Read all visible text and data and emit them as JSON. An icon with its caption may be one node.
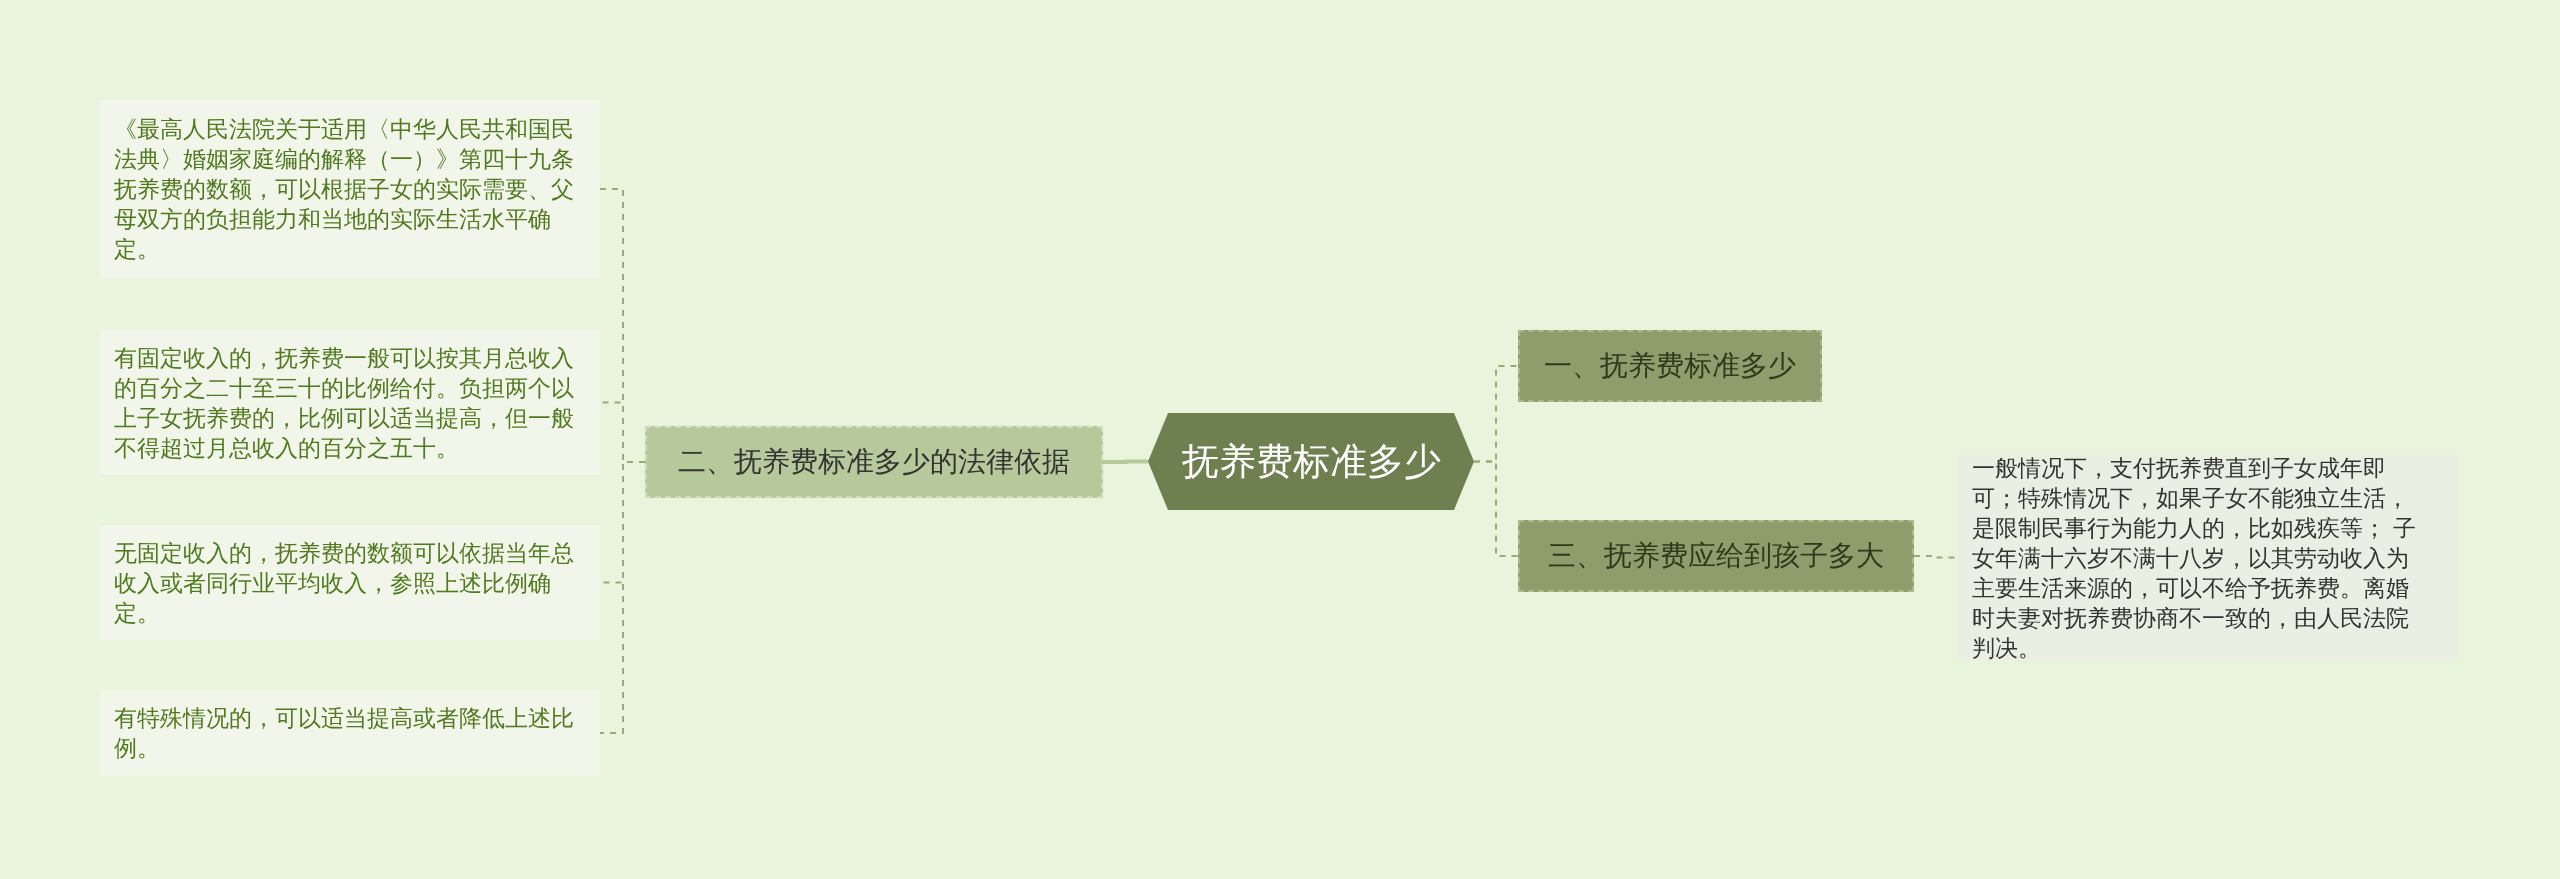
{
  "diagram": {
    "nodes": [
      {
        "text": [
          "抚养费标准多少"
        ]
      },
      {
        "text": [
          "一、抚养费标准多少"
        ]
      },
      {
        "text": [
          "三、抚养费应给到孩子多大"
        ]
      },
      {
        "text": [
          "一般情况下，支付抚养费直到子女成年即可；特殊情况下，如果子女不能独立生活，是限制民事行为能力人的，比如残疾等； 子女年满十六岁不满十八岁，以其劳动收入为主要生活来源的，可以不给予抚养费。离婚时夫妻对抚养费协商不一致的，由人民法院判决。"
        ]
      },
      {
        "text": [
          "二、抚养费标准多少的法律依据"
        ]
      },
      {
        "text": [
          "《最高人民法院关于适用〈中华人民共和国民法典〉婚姻家庭编的解释（一）》第四十九条抚养费的数额，可以根据子女的实际需要、父母双方的负担能力和当地的实际生活水平确定。"
        ]
      },
      {
        "text": [
          "有固定收入的，抚养费一般可以按其月总收入的百分之二十至三十的比例给付。负担两个以上子女抚养费的，比例可以适当提高，但一般不得超过月总收入的百分之五十。"
        ]
      },
      {
        "text": [
          "无固定收入的，抚养费的数额可以依据当年总收入或者同行业平均收入，参照上述比例确定。"
        ]
      },
      {
        "text": [
          "有特殊情况的，可以适当提高或者降低上述比例。"
        ]
      }
    ],
    "edges": [
      {
        "from": 0,
        "to": 1,
        "arrow": "none",
        "style": "dashed"
      },
      {
        "from": 0,
        "to": 2,
        "arrow": "none",
        "style": "dashed"
      },
      {
        "from": 2,
        "to": 3,
        "arrow": "none",
        "style": "dashed"
      },
      {
        "from": 0,
        "to": 4,
        "arrow": "none",
        "color": "#b5c99a"
      },
      {
        "from": 4,
        "to": 5,
        "arrow": "none",
        "style": "dashed"
      },
      {
        "from": 4,
        "to": 6,
        "arrow": "none",
        "style": "dashed"
      },
      {
        "from": 4,
        "to": 7,
        "arrow": "none",
        "style": "dashed"
      },
      {
        "from": 4,
        "to": 8,
        "arrow": "none",
        "style": "dashed"
      }
    ]
  }
}
